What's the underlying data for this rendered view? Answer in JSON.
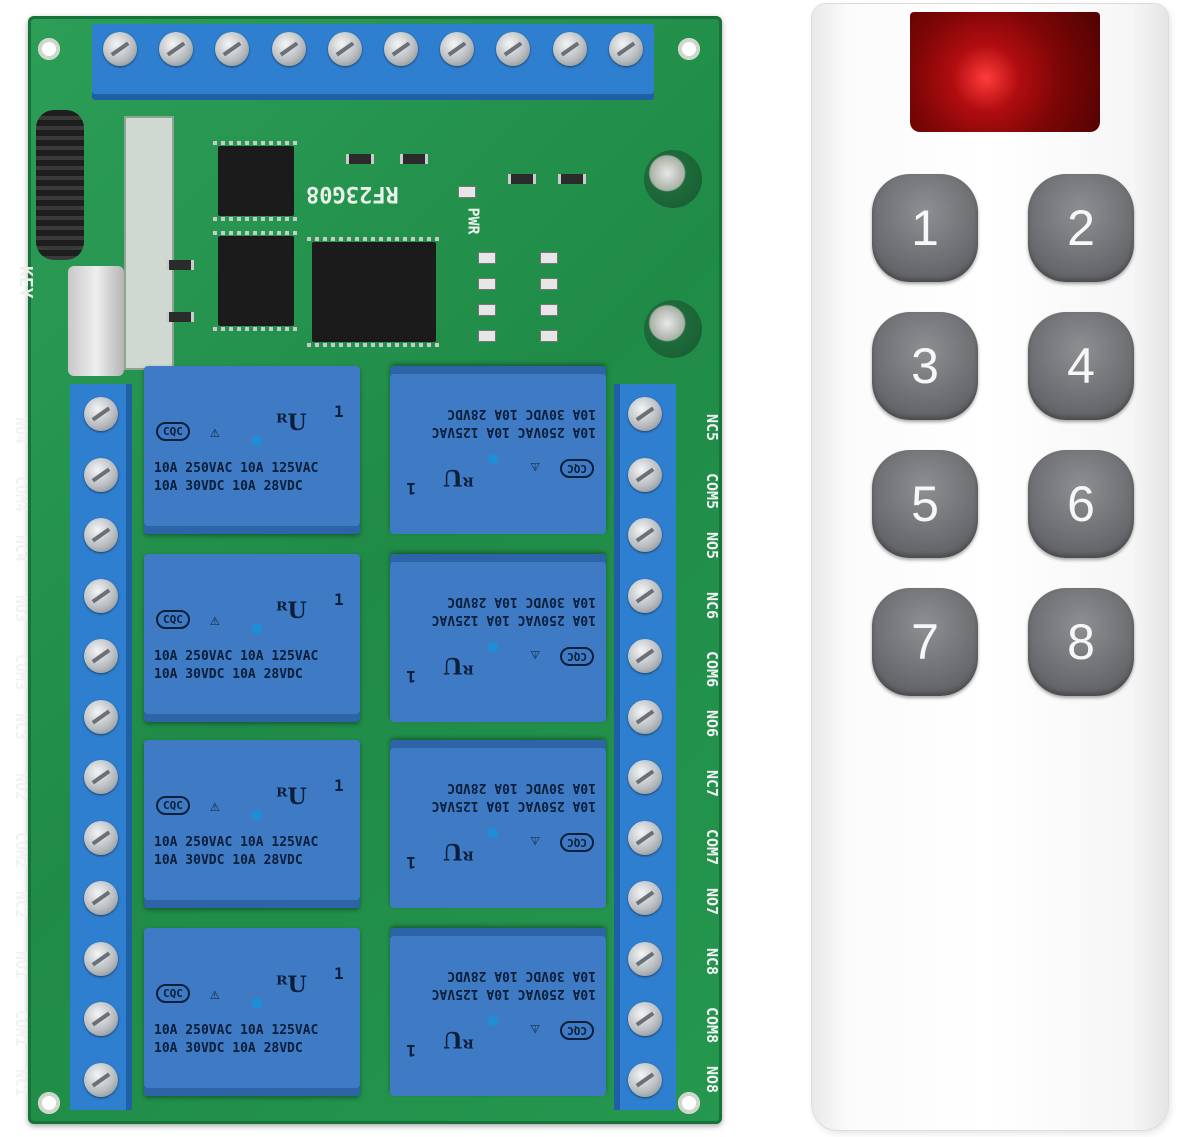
{
  "board": {
    "model": "RF23G08",
    "key_label": "KEY",
    "pwr_label": "PWR",
    "left_pins": [
      "NO4",
      "COM4",
      "NC4",
      "NO3",
      "COM3",
      "NC3",
      "NO2",
      "COM2",
      "NC2",
      "NO1",
      "COM1",
      "NC1"
    ],
    "right_pins": [
      "NC5",
      "COM5",
      "NO5",
      "NC6",
      "COM6",
      "NO6",
      "NC7",
      "COM7",
      "NO7",
      "NC8",
      "COM8",
      "NO8"
    ],
    "relay_text": {
      "cqc": "CQC",
      "line1": "10A 250VAC  10A 125VAC",
      "line2": "10A  30VDC  10A  28VDC",
      "one": "1"
    }
  },
  "remote": {
    "buttons": [
      "1",
      "2",
      "3",
      "4",
      "5",
      "6",
      "7",
      "8"
    ]
  },
  "colors": {
    "pcb": "#1f8b47",
    "terminal": "#2f7fd0",
    "relay": "#3f7bc4",
    "remote_body": "#ffffff",
    "button": "#6c6e71",
    "ir_window": "#b10d10"
  }
}
